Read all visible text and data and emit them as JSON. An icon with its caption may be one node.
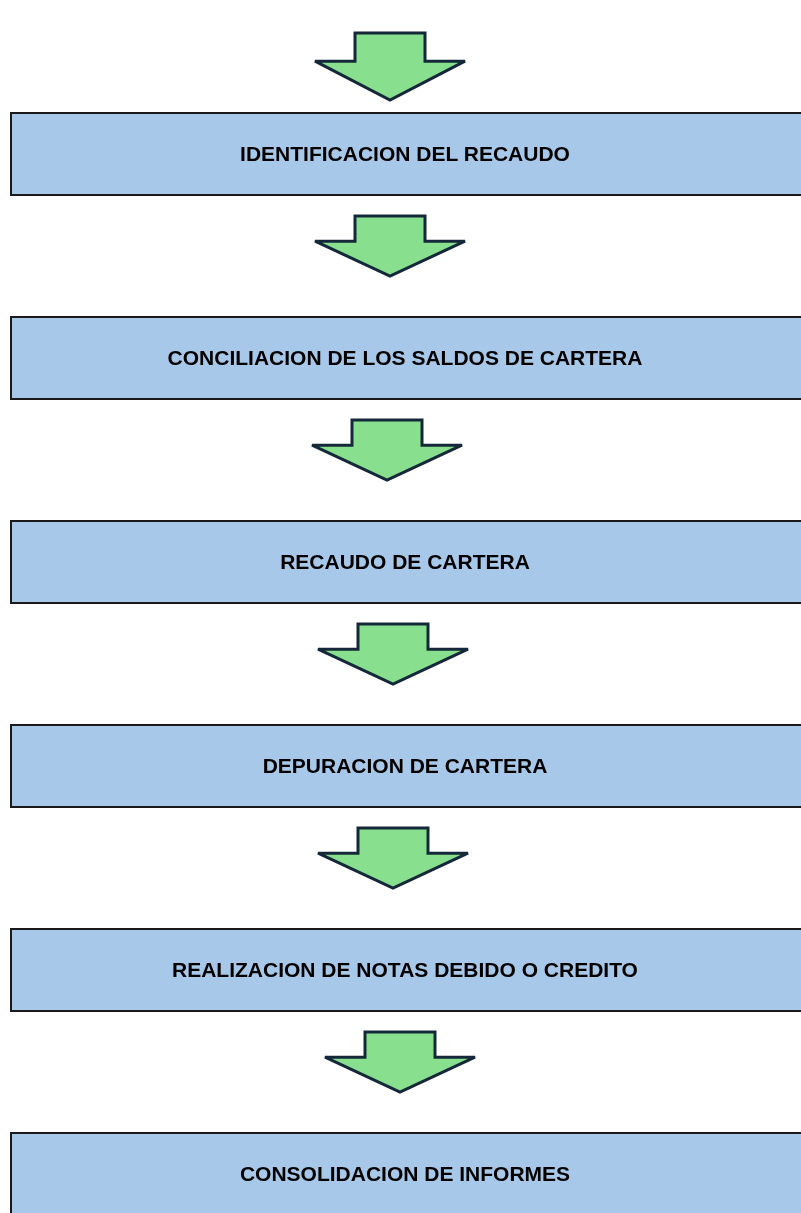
{
  "diagram": {
    "nodes": [
      {
        "text": [
          "IDENTIFICACION DEL RECAUDO"
        ]
      },
      {
        "text": [
          "CONCILIACION DE LOS SALDOS DE CARTERA"
        ]
      },
      {
        "text": [
          "RECAUDO DE CARTERA"
        ]
      },
      {
        "text": [
          "DEPURACION DE CARTERA"
        ]
      },
      {
        "text": [
          "REALIZACION DE NOTAS DEBIDO O CREDITO"
        ]
      },
      {
        "text": [
          "CONSOLIDACION DE INFORMES"
        ]
      }
    ],
    "edges": [
      {
        "from": null,
        "to": 0,
        "arrow": "to"
      },
      {
        "from": 0,
        "to": 1,
        "arrow": "to"
      },
      {
        "from": 1,
        "to": 2,
        "arrow": "to"
      },
      {
        "from": 2,
        "to": 3,
        "arrow": "to"
      },
      {
        "from": 3,
        "to": 4,
        "arrow": "to"
      },
      {
        "from": 4,
        "to": 5,
        "arrow": "to"
      }
    ]
  }
}
